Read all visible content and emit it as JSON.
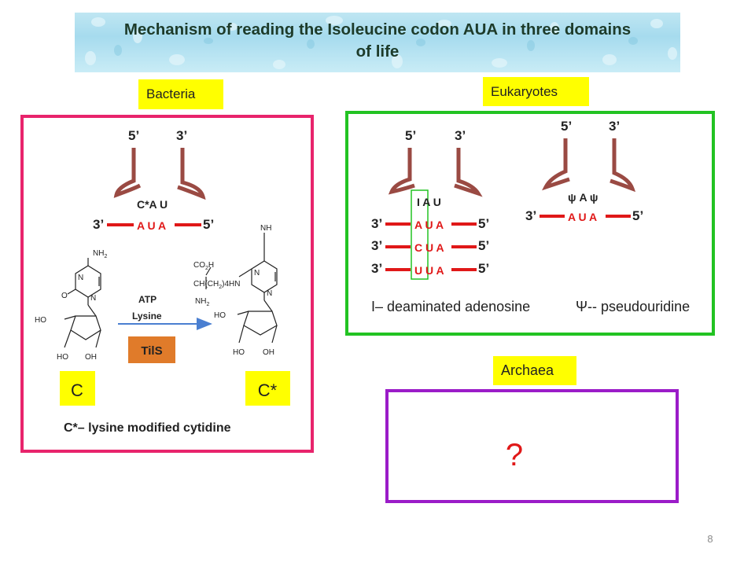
{
  "title": {
    "line1": "Mechanism of reading the Isoleucine codon AUA in three domains",
    "line2": "of life"
  },
  "colors": {
    "title_band": "#a6dbee",
    "label_bg": "#ffff00",
    "bacteria_border": "#e8246c",
    "eukaryotes_border": "#22c322",
    "archaea_border": "#9b1cc8",
    "trna_arm": "#9a4a43",
    "codon_bar": "#e01818",
    "codon_text": "#e01818",
    "enzyme_box": "#e07b2a"
  },
  "bacteria": {
    "label": "Bacteria",
    "five_prime": "5’",
    "three_prime": "3’",
    "anticodon": "C*A U",
    "codon": "A U A",
    "arrow_top": "ATP",
    "arrow_bottom": "Lysine",
    "enzyme": "TilS",
    "c_label": "C",
    "cstar_label": "C*",
    "footnote": "C*– lysine modified cytidine",
    "mol_left": {
      "nh2": "NH",
      "nh2_sub": "2",
      "n": "N",
      "o": "O",
      "ho": "HO",
      "ho_bottom": "HO",
      "oh": "OH"
    },
    "mol_right": {
      "nh": "NH",
      "co2h_a": "CO",
      "co2h_sub": "2",
      "co2h_b": "H",
      "chain": "CH(CH",
      "chain_sub": "2",
      "chain_end": ")4HN",
      "nh2": "NH",
      "nh2_sub": "2",
      "n": "N",
      "ho": "HO",
      "ho_bottom": "HO",
      "oh": "OH"
    }
  },
  "eukaryotes": {
    "label": "Eukaryotes",
    "left_trna": {
      "five_prime": "5’",
      "three_prime": "3’",
      "anticodon": "I A U",
      "codons": [
        "A U A",
        "C U A",
        "U U A"
      ]
    },
    "right_trna": {
      "five_prime": "5’",
      "three_prime": "3’",
      "anticodon": "ψ A ψ",
      "codon": "A U A"
    },
    "legend_inosine": "I– deaminated adenosine",
    "legend_psi": "Ψ-- pseudouridine"
  },
  "archaea": {
    "label": "Archaea",
    "question": "?"
  },
  "page_number": "8"
}
